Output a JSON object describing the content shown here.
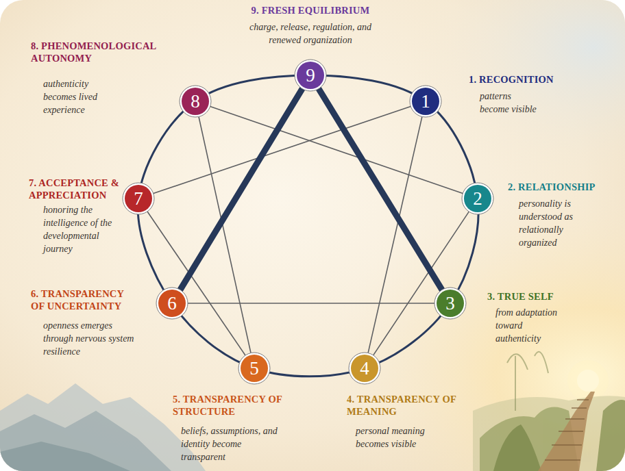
{
  "diagram": {
    "nodes": [
      {
        "text": [
          "1",
          "1. RECOGNITION",
          "patterns become visible"
        ]
      },
      {
        "text": [
          "2",
          "2. RELATIONSHIP",
          "personality is understood as relationally organized"
        ]
      },
      {
        "text": [
          "3",
          "3. TRUE SELF",
          "from adaptation toward authenticity"
        ]
      },
      {
        "text": [
          "4",
          "4. TRANSPARENCY OF MEANING",
          "personal meaning becomes visible"
        ]
      },
      {
        "text": [
          "5",
          "5. TRANSPARENCY OF STRUCTURE",
          "beliefs, assumptions, and identity become transparent"
        ]
      },
      {
        "text": [
          "6",
          "6. TRANSPARENCY OF UNCERTAINTY",
          "openness emerges through nervous system resilience"
        ]
      },
      {
        "text": [
          "7",
          "7. ACCEPTANCE & APPRECIATION",
          "honoring the intelligence of the developmental journey"
        ]
      },
      {
        "text": [
          "8",
          "8. PHENOMENOLOGICAL AUTONOMY",
          "authenticity becomes lived experience"
        ]
      },
      {
        "text": [
          "9",
          "9. FRESH EQUILIBRIUM",
          "charge, release, regulation, and renewed organization"
        ]
      }
    ],
    "edges": [
      {
        "from": 0,
        "to": 3,
        "arrow": "none"
      },
      {
        "from": 3,
        "to": 1,
        "arrow": "none"
      },
      {
        "from": 1,
        "to": 7,
        "arrow": "none"
      },
      {
        "from": 7,
        "to": 4,
        "arrow": "none"
      },
      {
        "from": 4,
        "to": 6,
        "arrow": "none"
      },
      {
        "from": 6,
        "to": 0,
        "arrow": "none"
      },
      {
        "from": 8,
        "to": 2,
        "arrow": "none"
      },
      {
        "from": 2,
        "to": 5,
        "arrow": "none"
      },
      {
        "from": 5,
        "to": 8,
        "arrow": "none"
      }
    ]
  }
}
